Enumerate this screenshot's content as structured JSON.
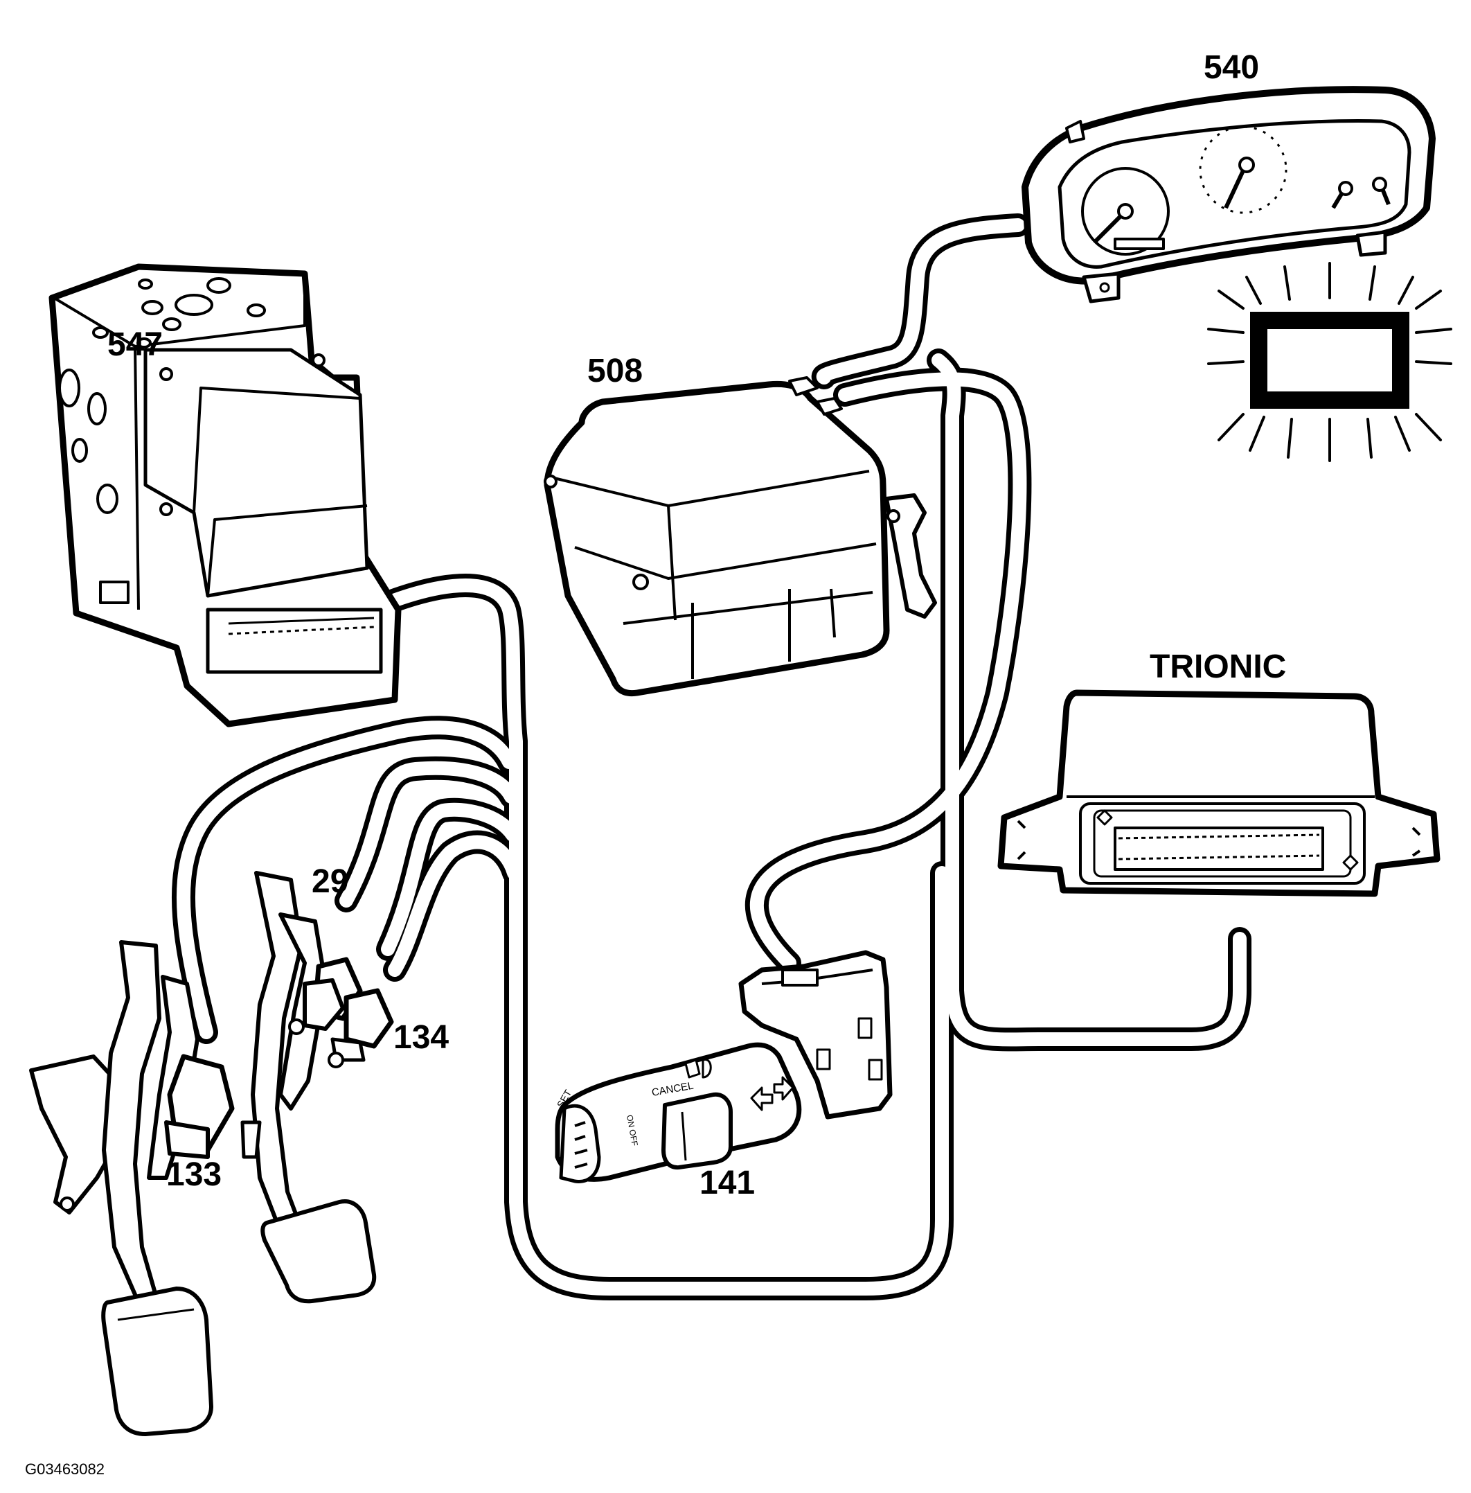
{
  "labels": {
    "abs_unit": "547",
    "control_module": "508",
    "instrument_cluster": "540",
    "engine_ecu": "TRIONIC",
    "pedal_switch_a": "29",
    "pedal_switch_b": "134",
    "pedal_switch_c": "133",
    "cruise_stalk": "141",
    "figure_id": "G03463082"
  },
  "stalk_text": {
    "cancel": "CANCEL",
    "set": "SET",
    "on_off": "ON OFF"
  },
  "colors": {
    "ink": "#000000",
    "paper": "#ffffff"
  }
}
